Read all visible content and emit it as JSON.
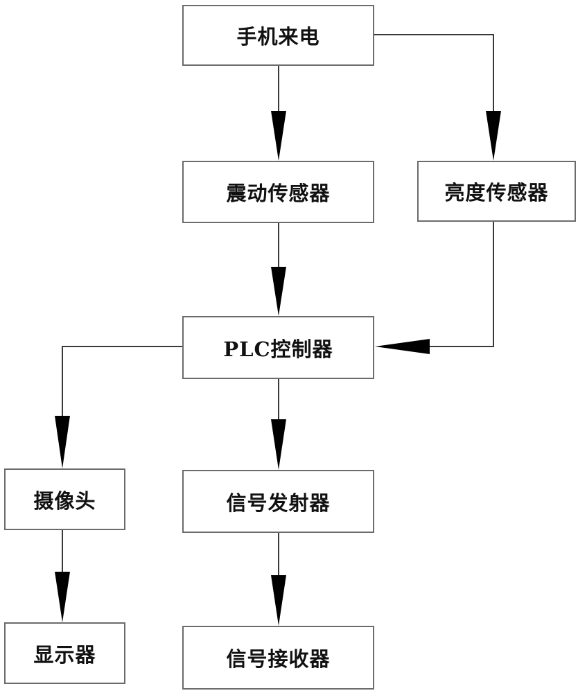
{
  "diagram": {
    "nodes": {
      "incoming_call": "手机来电",
      "vibration_sensor": "震动传感器",
      "brightness_sensor": "亮度传感器",
      "plc_controller": "PLC控制器",
      "camera": "摄像头",
      "display": "显示器",
      "signal_transmitter": "信号发射器",
      "signal_receiver": "信号接收器"
    }
  }
}
